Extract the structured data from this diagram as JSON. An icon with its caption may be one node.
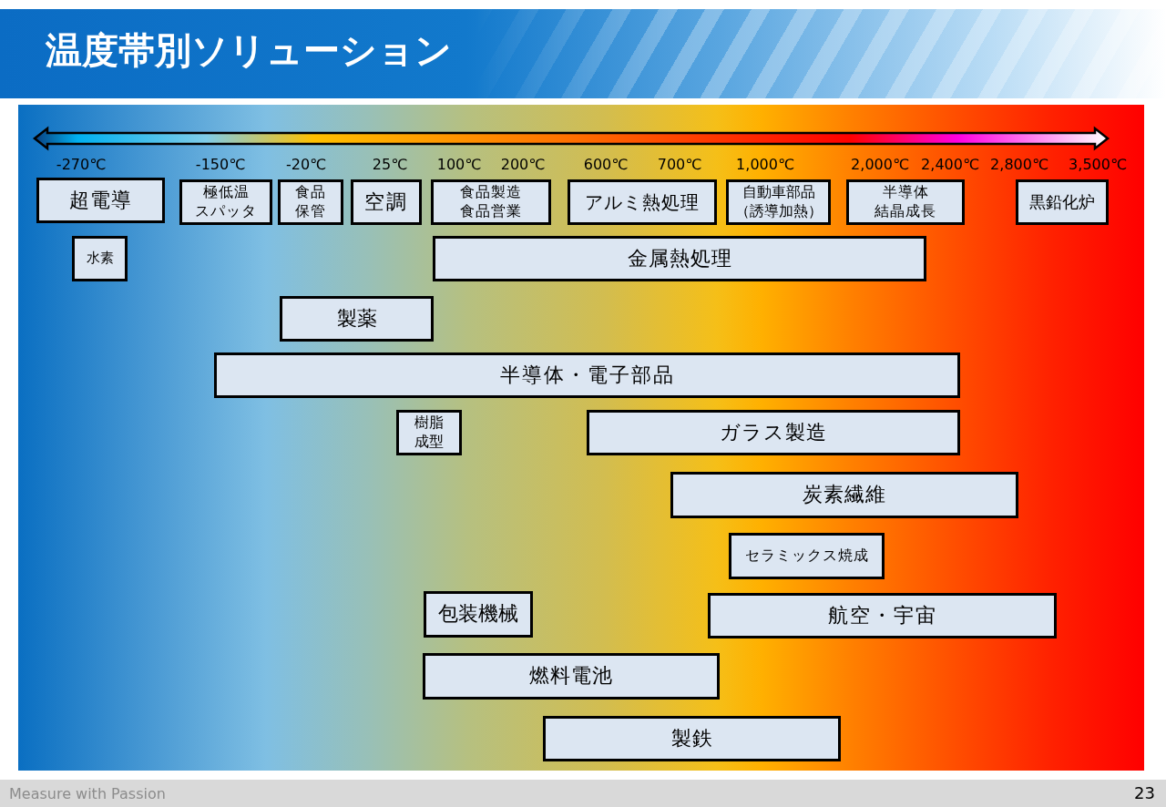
{
  "diagram": {
    "title": "温度帯別ソリューション",
    "nodes": [
      {
        "text": [
          "超電導"
        ]
      },
      {
        "text": [
          "極低温スパッタ"
        ]
      },
      {
        "text": [
          "食品保管"
        ]
      },
      {
        "text": [
          "空調"
        ]
      },
      {
        "text": [
          "食品製造食品営業"
        ]
      },
      {
        "text": [
          "アルミ熱処理"
        ]
      },
      {
        "text": [
          "自動車部品（誘導加熱）"
        ]
      },
      {
        "text": [
          "半導体結晶成長"
        ]
      },
      {
        "text": [
          "黒鉛化炉"
        ]
      },
      {
        "text": [
          "水素"
        ]
      },
      {
        "text": [
          "金属熱処理"
        ]
      },
      {
        "text": [
          "製薬"
        ]
      },
      {
        "text": [
          "半導体・電子部品"
        ]
      },
      {
        "text": [
          "樹脂成型"
        ]
      },
      {
        "text": [
          "ガラス製造"
        ]
      },
      {
        "text": [
          "炭素繊維"
        ]
      },
      {
        "text": [
          "セラミックス焼成"
        ]
      },
      {
        "text": [
          "包装機械"
        ]
      },
      {
        "text": [
          "航空・宇宙"
        ]
      },
      {
        "text": [
          "燃料電池"
        ]
      },
      {
        "text": [
          "製鉄"
        ]
      }
    ],
    "labels": [
      "-270℃",
      "-150℃",
      "-20℃",
      "25℃",
      "100℃",
      "200℃",
      "600℃",
      "700℃",
      "1,000℃",
      "2,000℃",
      "2,400℃",
      "2,800℃",
      "3,500℃",
      "Measure with Passion",
      "23"
    ]
  }
}
